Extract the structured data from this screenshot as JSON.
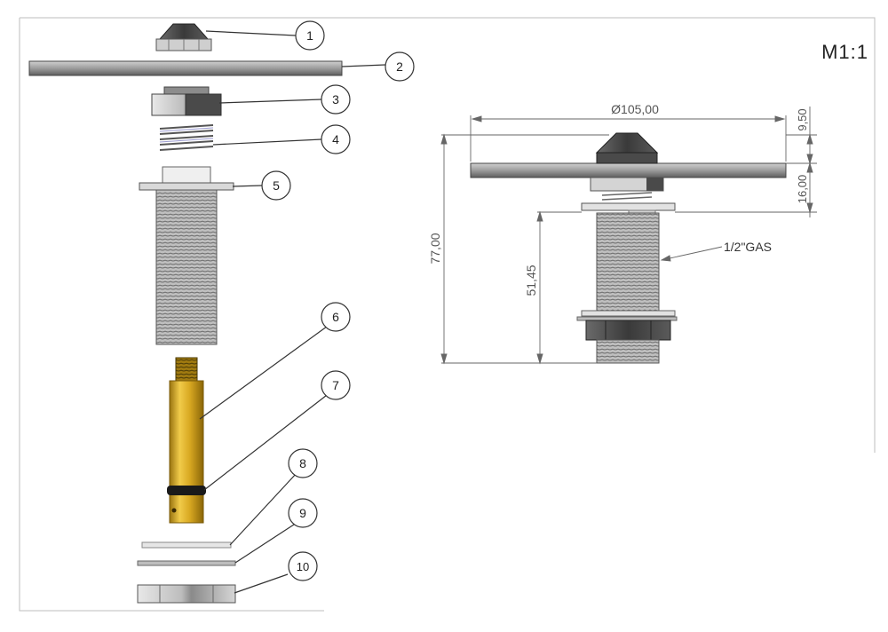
{
  "drawing": {
    "scale": "M1:1",
    "balloons": [
      "1",
      "2",
      "3",
      "4",
      "5",
      "6",
      "7",
      "8",
      "9",
      "10"
    ],
    "dimensions": {
      "diameter": "Ø105,00",
      "top_thickness": "9,50",
      "flange_height": "16,00",
      "total_height": "77,00",
      "thread_length": "51,45"
    },
    "thread_callout": "1/2\"GAS"
  },
  "colors": {
    "line": "#555555",
    "brass": "#d4a72c",
    "steel": "#9a9a9a",
    "dark_steel": "#3e3e3e",
    "oring": "#1a1a1a"
  }
}
